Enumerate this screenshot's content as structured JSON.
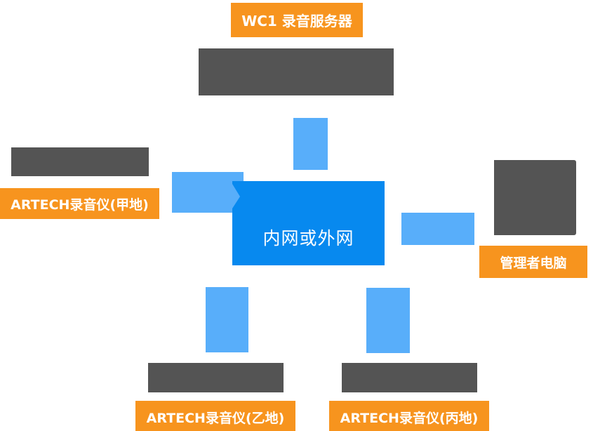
{
  "colors": {
    "page_bg": "#FFFFFF",
    "label_orange": "#F7941E",
    "connector_blue": "#58AEFA",
    "network_blue": "#0789EF",
    "placeholder_gray": "#545454",
    "label_text": "#FFFFFF"
  },
  "diagram": {
    "server": {
      "label": "WC1 录音服务器"
    },
    "network": {
      "label": "内网或外网"
    },
    "site_a": {
      "label": "ARTECH录音仪(甲地)"
    },
    "manager": {
      "label": "管理者电脑"
    },
    "site_b": {
      "label": "ARTECH录音仪(乙地)"
    },
    "site_c": {
      "label": "ARTECH录音仪(丙地)"
    }
  }
}
